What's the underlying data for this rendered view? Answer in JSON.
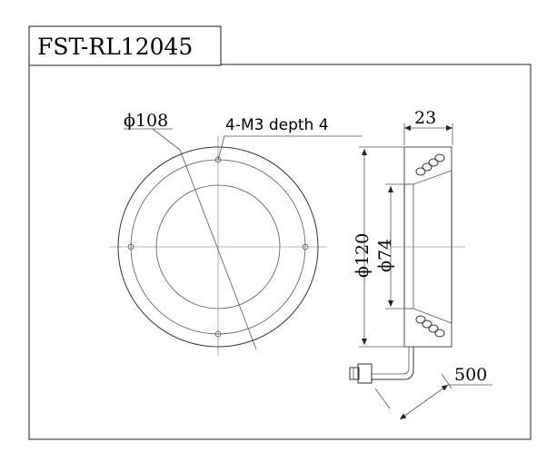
{
  "title": "FST-RL12045",
  "dimensions": {
    "outer_diameter": "ϕ108",
    "mount_holes": "4-M3 depth 4",
    "thickness": "23",
    "overall_diameter": "ϕ120",
    "inner_diameter": "ϕ74",
    "cable_length": "500"
  }
}
